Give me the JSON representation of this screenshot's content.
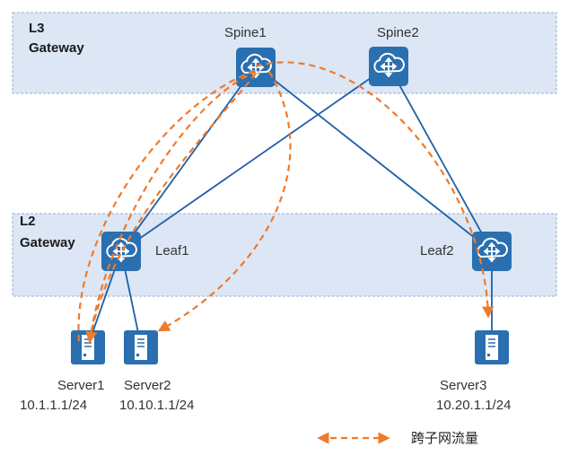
{
  "zones": {
    "l3": {
      "line1": "L3",
      "line2": "Gateway"
    },
    "l2": {
      "line1": "L2",
      "line2": "Gateway"
    }
  },
  "nodes": {
    "spine1": {
      "label": "Spine1"
    },
    "spine2": {
      "label": "Spine2"
    },
    "leaf1": {
      "label": "Leaf1"
    },
    "leaf2": {
      "label": "Leaf2"
    },
    "server1": {
      "name": "Server1",
      "ip": "10.1.1.1/24"
    },
    "server2": {
      "name": "Server2",
      "ip": "10.10.1.1/24"
    },
    "server3": {
      "name": "Server3",
      "ip": "10.20.1.1/24"
    }
  },
  "legend": {
    "label": "跨子网流量"
  },
  "colors": {
    "zone_fill": "#dce6f5",
    "zone_border": "#9aaed0",
    "device_blue": "#2a6fb0",
    "link_blue": "#1f5fa8",
    "traffic_orange": "#ef7a2a"
  },
  "icons": {
    "switch": "router-cloud-icon",
    "server": "server-icon"
  }
}
